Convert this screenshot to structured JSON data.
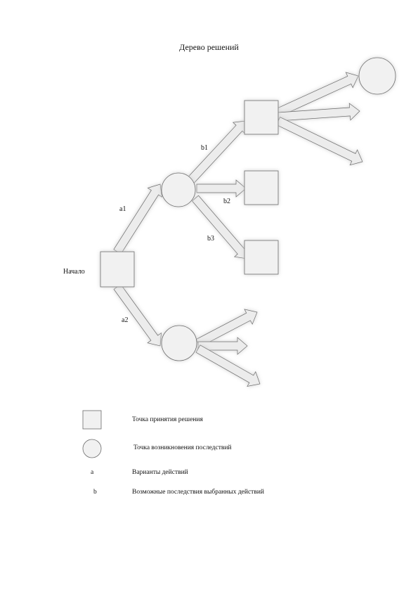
{
  "title": "Дерево решений",
  "labels": {
    "start": "Начало",
    "a1": "a1",
    "a2": "a2",
    "b1": "b1",
    "b2": "b2",
    "b3": "b3"
  },
  "legend": {
    "decision": "Точка принятия решения",
    "consequence": "Точка возникновения последствий",
    "a_symbol": "a",
    "a_text": "Варианты действий",
    "b_symbol": "b",
    "b_text": "Возможные последствия выбранных действий"
  },
  "colors": {
    "node_fill": "#f1f1f1",
    "node_stroke": "#6b6b6b",
    "arrow_fill": "#ececec",
    "arrow_stroke": "#6b6b6b"
  }
}
